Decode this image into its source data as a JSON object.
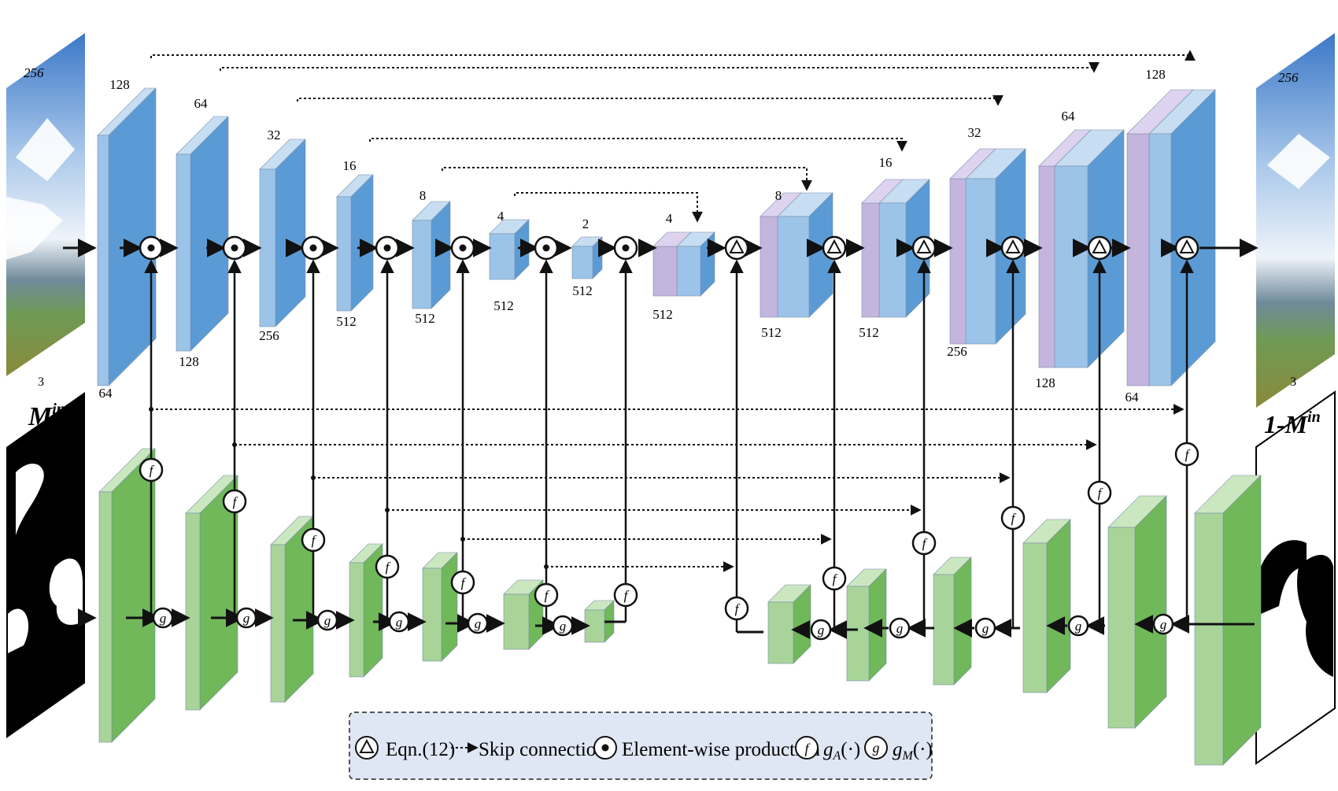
{
  "input": {
    "image_top_label": "256",
    "image_bottom_label": "3",
    "mask_label_main": "M",
    "mask_label_sup": "in"
  },
  "output": {
    "image_top_label": "256",
    "image_bottom_label": "3",
    "mask_label_main": "1-M",
    "mask_label_sup": "in"
  },
  "encoder": [
    {
      "top": "128",
      "bottom": "64"
    },
    {
      "top": "64",
      "bottom": "128"
    },
    {
      "top": "32",
      "bottom": "256"
    },
    {
      "top": "16",
      "bottom": "512"
    },
    {
      "top": "8",
      "bottom": "512"
    },
    {
      "top": "4",
      "bottom": "512"
    },
    {
      "top": "2",
      "bottom": "512"
    }
  ],
  "decoder": [
    {
      "top": "4",
      "bottom": "512"
    },
    {
      "top": "8",
      "bottom": "512"
    },
    {
      "top": "16",
      "bottom": "512"
    },
    {
      "top": "32",
      "bottom": "256"
    },
    {
      "top": "64",
      "bottom": "128"
    },
    {
      "top": "128",
      "bottom": "64"
    }
  ],
  "legend": {
    "eqn": "Eqn.(12)",
    "skip": "Skip connection",
    "elementwise": "Element-wise production",
    "ga_func": "g",
    "ga_sub": "A",
    "ga_paren": "(·)",
    "gm_func": "g",
    "gm_sub": "M",
    "gm_paren": "(·)"
  },
  "symbols": {
    "f": "f",
    "g": "g"
  },
  "colors": {
    "blue_front": "#9cc4e8",
    "blue_side": "#5b9bd5",
    "blue_top": "#c6ddf2",
    "purple_front": "#c3b5de",
    "green_front": "#a8d49a",
    "green_side": "#70b85a",
    "green_top": "#cbe7c0",
    "legend_bg": "#dfe6f4"
  }
}
